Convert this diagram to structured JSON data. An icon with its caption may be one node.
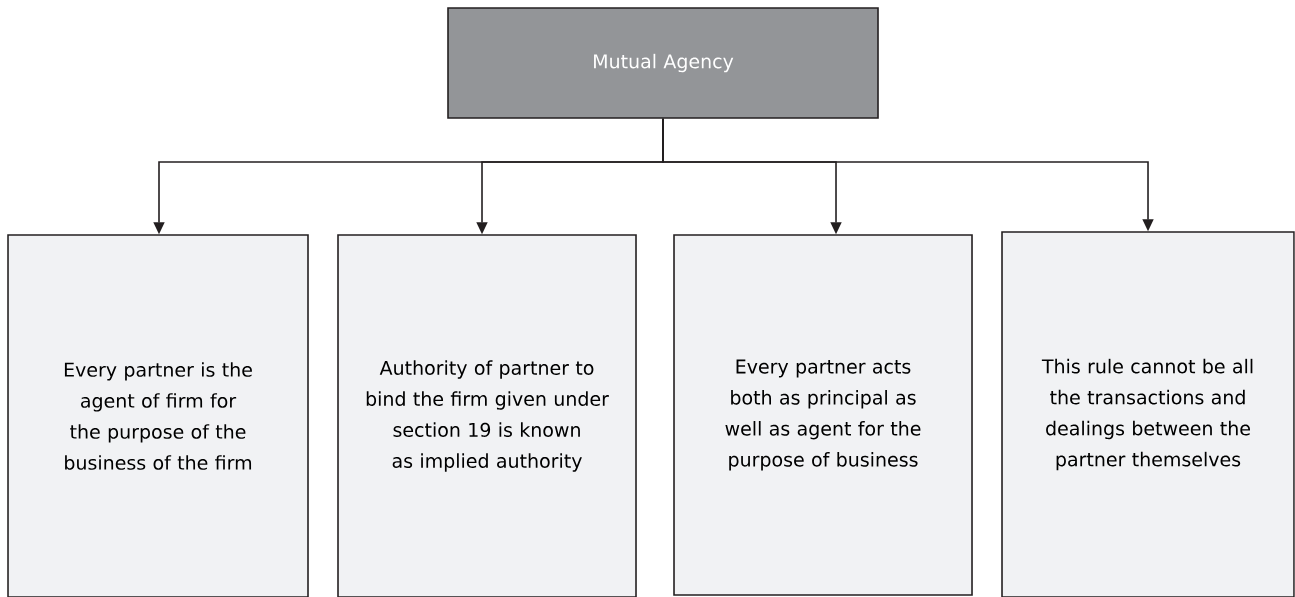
{
  "diagram": {
    "nodes": [
      {
        "text": [
          "Mutual Agency"
        ]
      },
      {
        "text": [
          "Every partner is the agent of firm for the purpose of the business of the firm"
        ]
      },
      {
        "text": [
          "Authority of partner to bind the firm given under section 19 is known as implied authority"
        ]
      },
      {
        "text": [
          "Every partner acts both as principal as well as agent for the purpose of business"
        ]
      },
      {
        "text": [
          "This rule cannot be all the transactions and dealings between the partner themselves"
        ]
      }
    ],
    "edges": [
      {
        "from": 0,
        "to": 1,
        "arrow": "to"
      },
      {
        "from": 0,
        "to": 2,
        "arrow": "to"
      },
      {
        "from": 0,
        "to": 3,
        "arrow": "to"
      },
      {
        "from": 0,
        "to": 4,
        "arrow": "to"
      }
    ]
  }
}
